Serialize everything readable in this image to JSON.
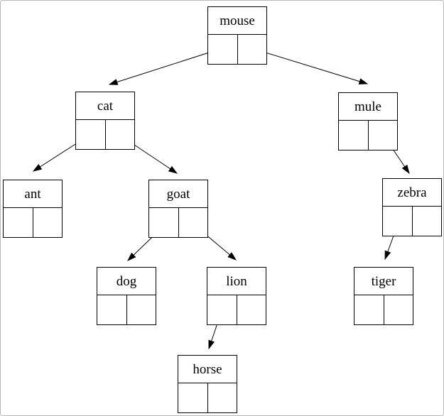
{
  "diagram": {
    "type": "binary-tree",
    "nodes": [
      {
        "id": "mouse",
        "label": "mouse",
        "left_child": "cat",
        "right_child": "mule"
      },
      {
        "id": "cat",
        "label": "cat",
        "left_child": "ant",
        "right_child": "goat"
      },
      {
        "id": "mule",
        "label": "mule",
        "left_child": null,
        "right_child": "zebra"
      },
      {
        "id": "ant",
        "label": "ant",
        "left_child": null,
        "right_child": null
      },
      {
        "id": "goat",
        "label": "goat",
        "left_child": "dog",
        "right_child": "lion"
      },
      {
        "id": "zebra",
        "label": "zebra",
        "left_child": "tiger",
        "right_child": null
      },
      {
        "id": "dog",
        "label": "dog",
        "left_child": null,
        "right_child": null
      },
      {
        "id": "lion",
        "label": "lion",
        "left_child": "horse",
        "right_child": null
      },
      {
        "id": "tiger",
        "label": "tiger",
        "left_child": null,
        "right_child": null
      },
      {
        "id": "horse",
        "label": "horse",
        "left_child": null,
        "right_child": null
      }
    ],
    "edges": [
      {
        "from": "mouse",
        "slot": "left",
        "to": "cat"
      },
      {
        "from": "mouse",
        "slot": "right",
        "to": "mule"
      },
      {
        "from": "cat",
        "slot": "left",
        "to": "ant"
      },
      {
        "from": "cat",
        "slot": "right",
        "to": "goat"
      },
      {
        "from": "mule",
        "slot": "right",
        "to": "zebra"
      },
      {
        "from": "goat",
        "slot": "left",
        "to": "dog"
      },
      {
        "from": "goat",
        "slot": "right",
        "to": "lion"
      },
      {
        "from": "zebra",
        "slot": "left",
        "to": "tiger"
      },
      {
        "from": "lion",
        "slot": "left",
        "to": "horse"
      }
    ],
    "colors": {
      "node_border": "#000000",
      "arrow": "#000000",
      "text": "#000000",
      "background": "#ffffff",
      "page_border": "#b8b8b8"
    }
  }
}
